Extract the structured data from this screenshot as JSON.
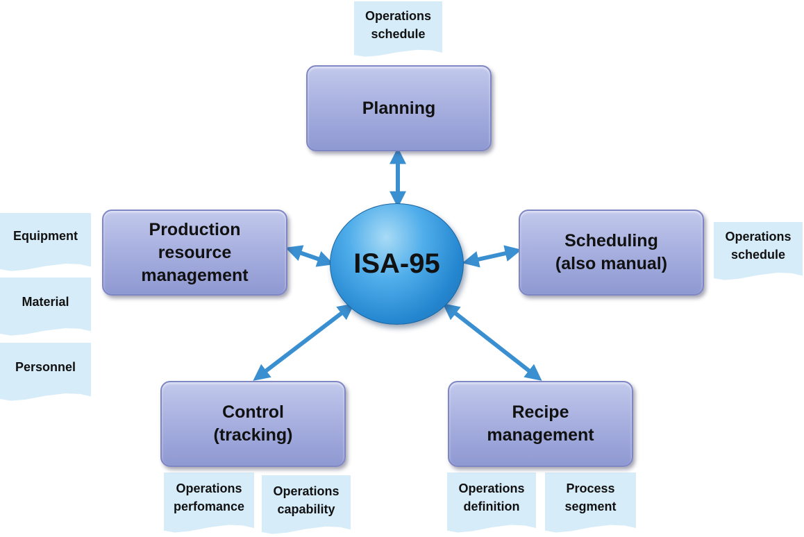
{
  "hub": {
    "label": "ISA-95"
  },
  "nodes": {
    "planning": "Planning",
    "production": "Production\nresource\nmanagement",
    "scheduling": "Scheduling\n(also manual)",
    "control": "Control\n(tracking)",
    "recipe": "Recipe\nmanagement"
  },
  "documents": {
    "planning_schedule": "Operations\nschedule",
    "scheduling_schedule": "Operations\nschedule",
    "equipment": "Equipment",
    "material": "Material",
    "personnel": "Personnel",
    "ops_performance": "Operations\nperfomance",
    "ops_capability": "Operations\ncapability",
    "ops_definition": "Operations\ndefinition",
    "process_segment": "Process\nsegment"
  },
  "colors": {
    "arrow": "#3a8fd0",
    "box_fill": "#a9b1e0",
    "hub_fill": "#2486cf",
    "doc_fill": "#d6ecf9"
  }
}
